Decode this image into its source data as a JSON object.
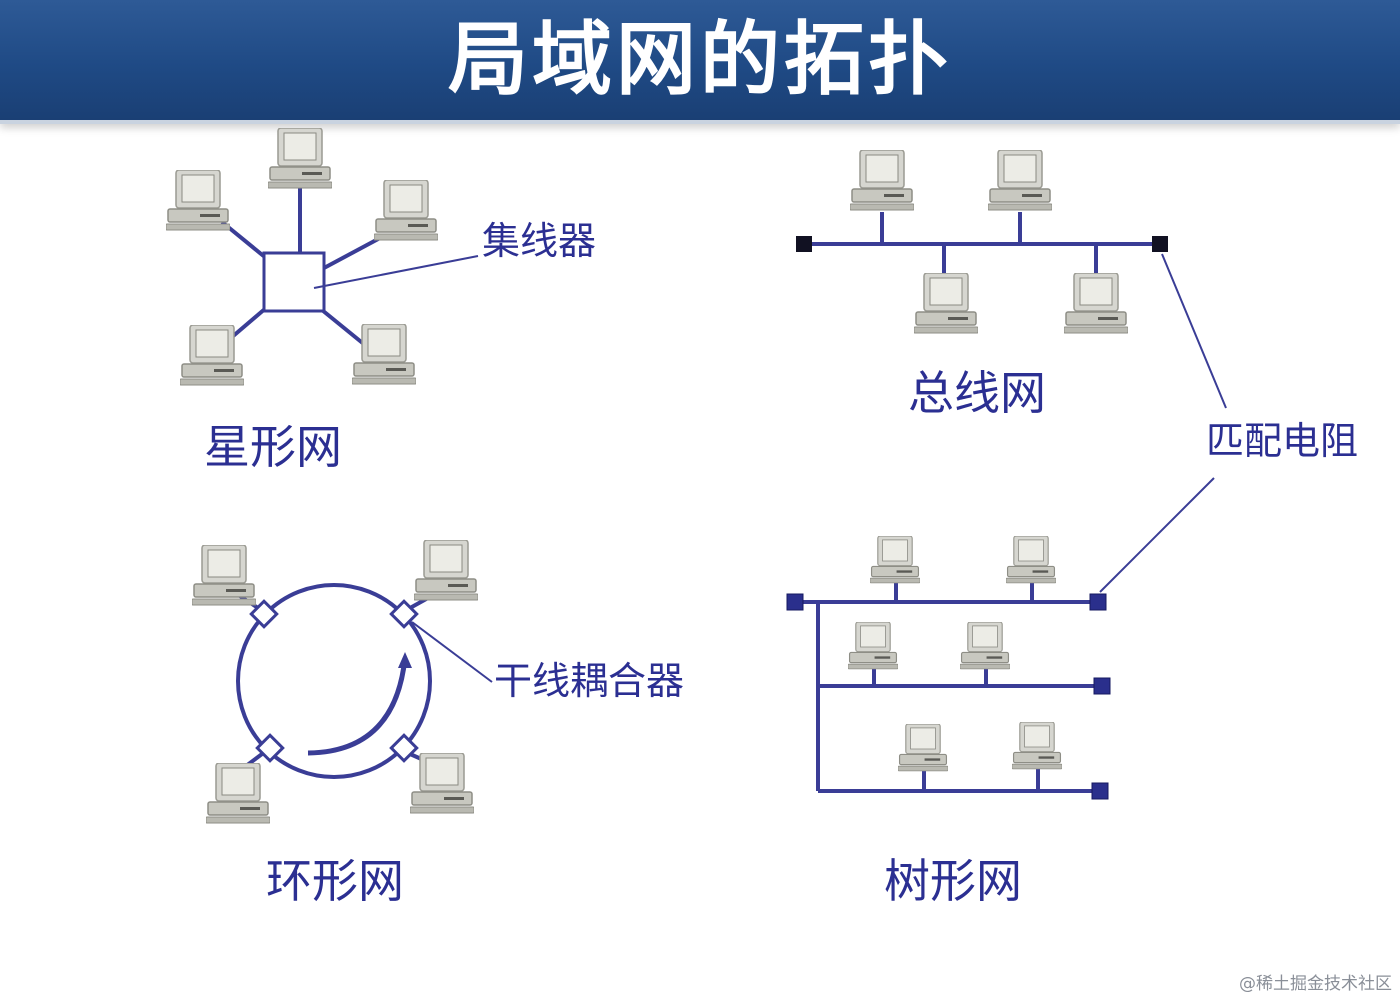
{
  "title": "局域网的拓扑",
  "labels": {
    "hub": "集线器",
    "star": "星形网",
    "bus": "总线网",
    "terminator": "匹配电阻",
    "coupler": "干线耦合器",
    "ring": "环形网",
    "tree": "树形网"
  },
  "watermark": "@稀土掘金技术社区",
  "colors": {
    "line": "#3a3d96",
    "label": "#2b2f92",
    "title_bar": "#1f4a85",
    "terminator_fill": "#2a2f8c"
  },
  "icons": {
    "computer": "desktop-computer-icon"
  }
}
